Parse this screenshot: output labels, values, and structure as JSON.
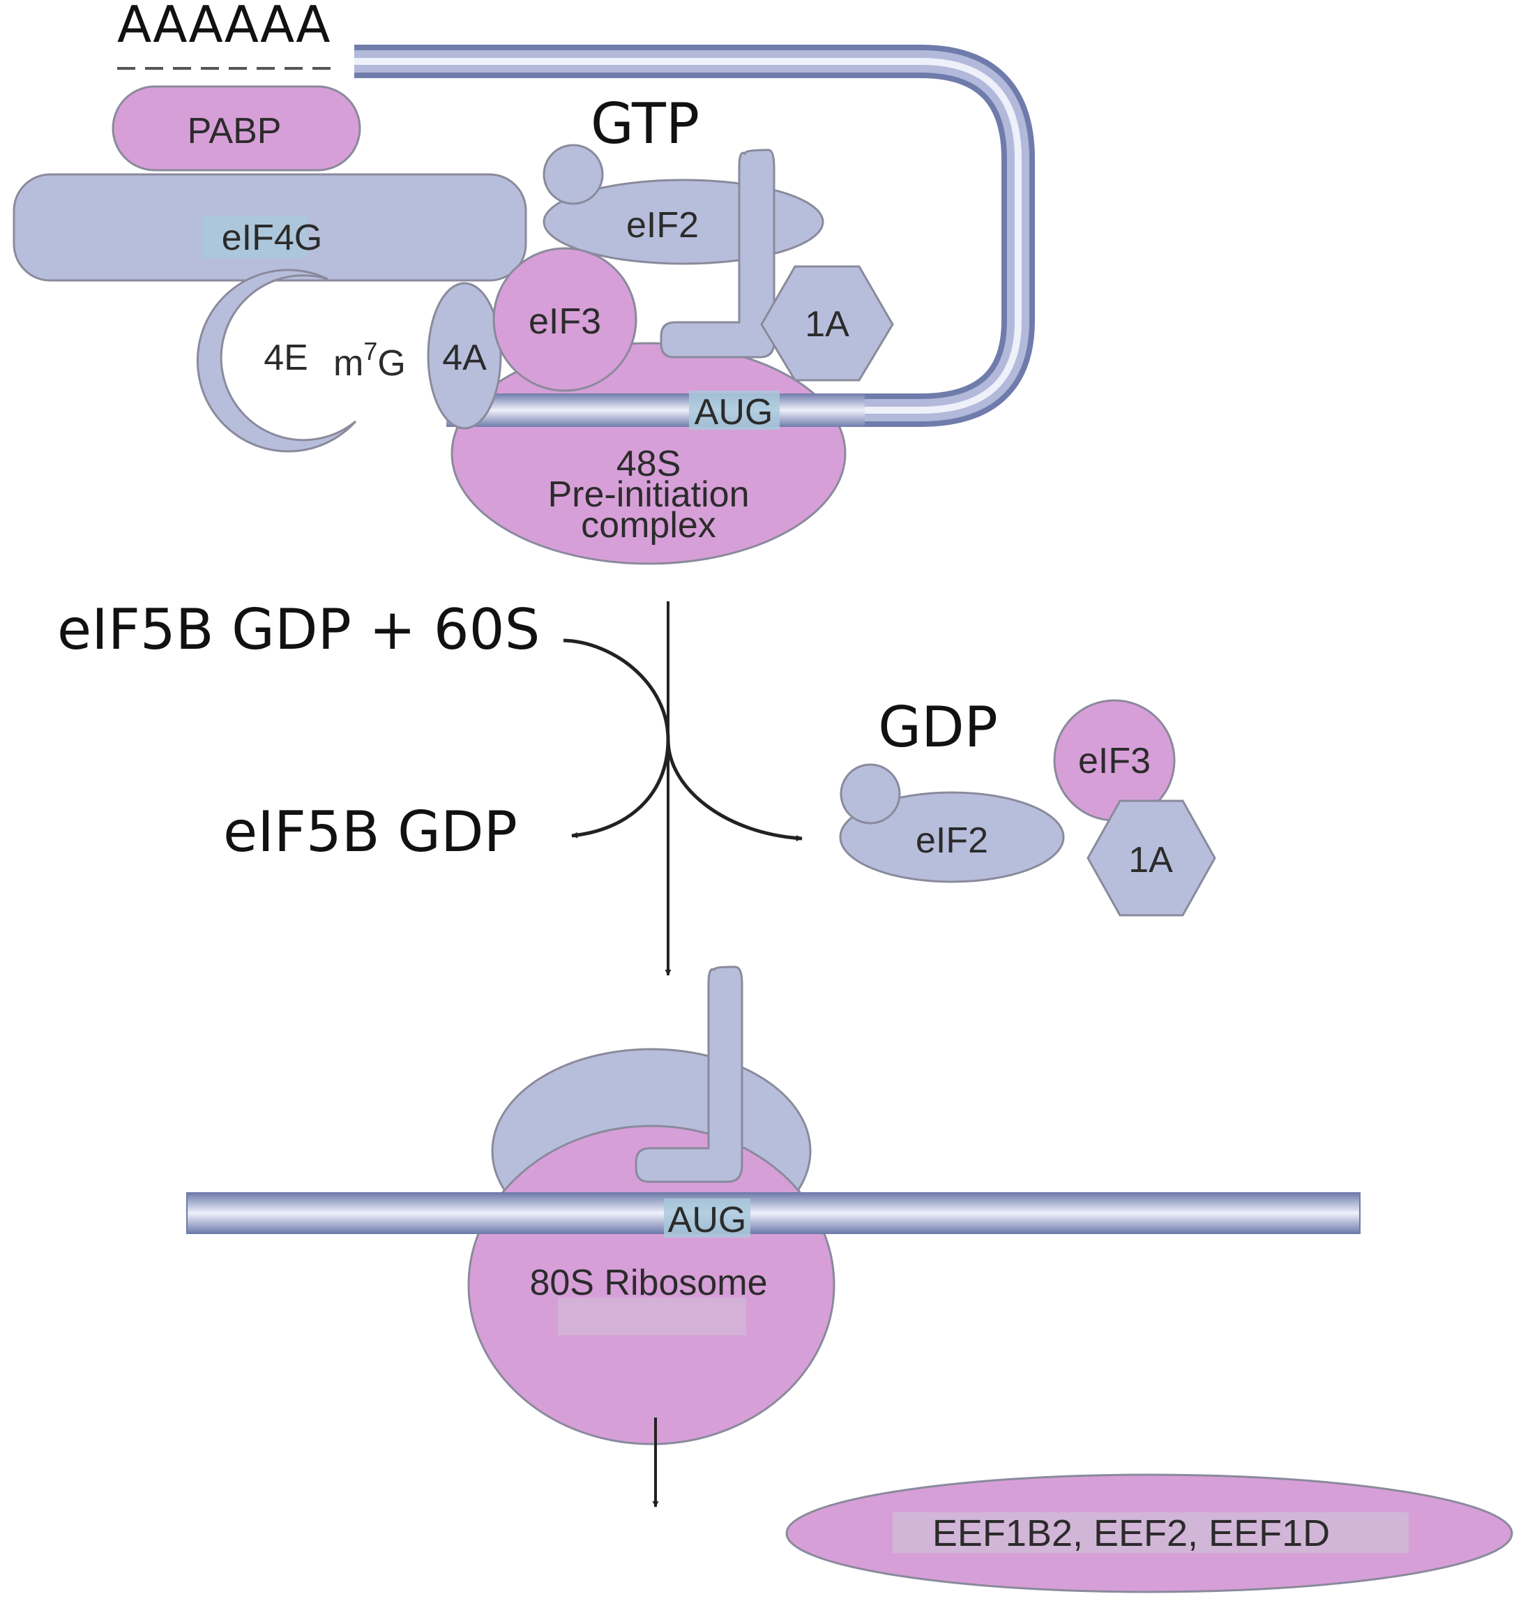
{
  "labels": {
    "poly_a": "AAAAAA",
    "pabp": "PABP",
    "gtp": "GTP",
    "eif2_top": "eIF2",
    "eif4g": "eIF4G",
    "eif3_top": "eIF3",
    "one_a_top": "1A",
    "four_e": "4E",
    "m7g_base": "m",
    "m7g_sup": "7",
    "m7g_g": "G",
    "four_a": "4A",
    "aug_top": "AUG",
    "pre_line1": "48S",
    "pre_line2": "Pre-initiation",
    "pre_line3": "complex",
    "eif5b_in": "eIF5B GDP + 60S",
    "eif5b_out": "eIF5B GDP",
    "gdp": "GDP",
    "eif3_right": "eIF3",
    "eif2_right": "eIF2",
    "one_a_right": "1A",
    "aug_bottom": "AUG",
    "ribosome_80s": "80S Ribosome",
    "elongation": "EEF1B2, EEF2, EEF1D"
  },
  "colors": {
    "pink": "#d79fd8",
    "lavender": "#b7bedb",
    "outline": "#8a8a9c",
    "tube_dark": "#6f7cab",
    "tube_light": "#eef0fa",
    "arrow": "#222222"
  }
}
